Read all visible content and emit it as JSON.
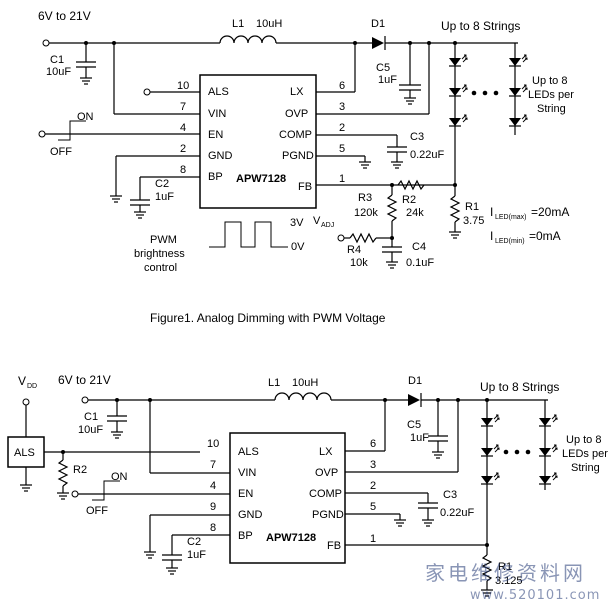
{
  "top": {
    "vin_label": "6V to 21V",
    "inductor": {
      "ref": "L1",
      "value": "10uH"
    },
    "diode": "D1",
    "strings_label": "Up to 8  Strings",
    "leds_label": [
      "Up to 8",
      "LEDs per",
      "String"
    ],
    "c1": {
      "ref": "C1",
      "value": "10uF"
    },
    "c5": {
      "ref": "C5",
      "value": "1uF"
    },
    "c3": {
      "ref": "C3",
      "value": "0.22uF"
    },
    "c2": {
      "ref": "C2",
      "value": "1uF"
    },
    "c4": {
      "ref": "C4",
      "value": "0.1uF"
    },
    "r1": {
      "ref": "R1",
      "value": "3.75"
    },
    "r2": {
      "ref": "R2",
      "value": "24k"
    },
    "r3": {
      "ref": "R3",
      "value": "120k"
    },
    "r4": {
      "ref": "R4",
      "value": "10k"
    },
    "chip_name": "APW7128",
    "pins_left": [
      {
        "num": "10",
        "name": "ALS"
      },
      {
        "num": "7",
        "name": "VIN"
      },
      {
        "num": "4",
        "name": "EN"
      },
      {
        "num": "2",
        "name": "GND"
      },
      {
        "num": "8",
        "name": "BP"
      }
    ],
    "pins_right": [
      {
        "num": "6",
        "name": "LX"
      },
      {
        "num": "3",
        "name": "OVP"
      },
      {
        "num": "2",
        "name": "COMP"
      },
      {
        "num": "5",
        "name": "PGND"
      },
      {
        "num": "1",
        "name": "FB"
      }
    ],
    "on_label": "ON",
    "off_label": "OFF",
    "pwm_label": [
      "PWM",
      "brightness",
      "control"
    ],
    "pwm_high": "3V",
    "pwm_low": "0V",
    "vadj": "V",
    "vadj_sub": "ADJ",
    "iled_max": {
      "main": "I",
      "sub": "LED(max)",
      "value": "=20mA"
    },
    "iled_min": {
      "main": "I",
      "sub": "LED(min)",
      "value": "=0mA"
    }
  },
  "caption": "Figure1. Analog Dimming with PWM Voltage",
  "bottom": {
    "vdd": "V",
    "vdd_sub": "DD",
    "als_box": "ALS",
    "r2": "R2",
    "vin_label": "6V to 21V",
    "inductor": {
      "ref": "L1",
      "value": "10uH"
    },
    "diode": "D1",
    "strings_label": "Up to 8  Strings",
    "leds_label": [
      "Up to 8",
      "LEDs per",
      "String"
    ],
    "c1": {
      "ref": "C1",
      "value": "10uF"
    },
    "c5": {
      "ref": "C5",
      "value": "1uF"
    },
    "c3": {
      "ref": "C3",
      "value": "0.22uF"
    },
    "c2": {
      "ref": "C2",
      "value": "1uF"
    },
    "r1": {
      "ref": "R1",
      "value": "3.125"
    },
    "chip_name": "APW7128",
    "pins_left": [
      {
        "num": "10",
        "name": "ALS"
      },
      {
        "num": "7",
        "name": "VIN"
      },
      {
        "num": "4",
        "name": "EN"
      },
      {
        "num": "9",
        "name": "GND"
      },
      {
        "num": "8",
        "name": "BP"
      }
    ],
    "pins_right": [
      {
        "num": "6",
        "name": "LX"
      },
      {
        "num": "3",
        "name": "OVP"
      },
      {
        "num": "2",
        "name": "COMP"
      },
      {
        "num": "5",
        "name": "PGND"
      },
      {
        "num": "1",
        "name": "FB"
      }
    ],
    "on_label": "ON",
    "off_label": "OFF"
  },
  "watermark": {
    "cn": "家电维修资料网",
    "url": "www.520101.com"
  }
}
